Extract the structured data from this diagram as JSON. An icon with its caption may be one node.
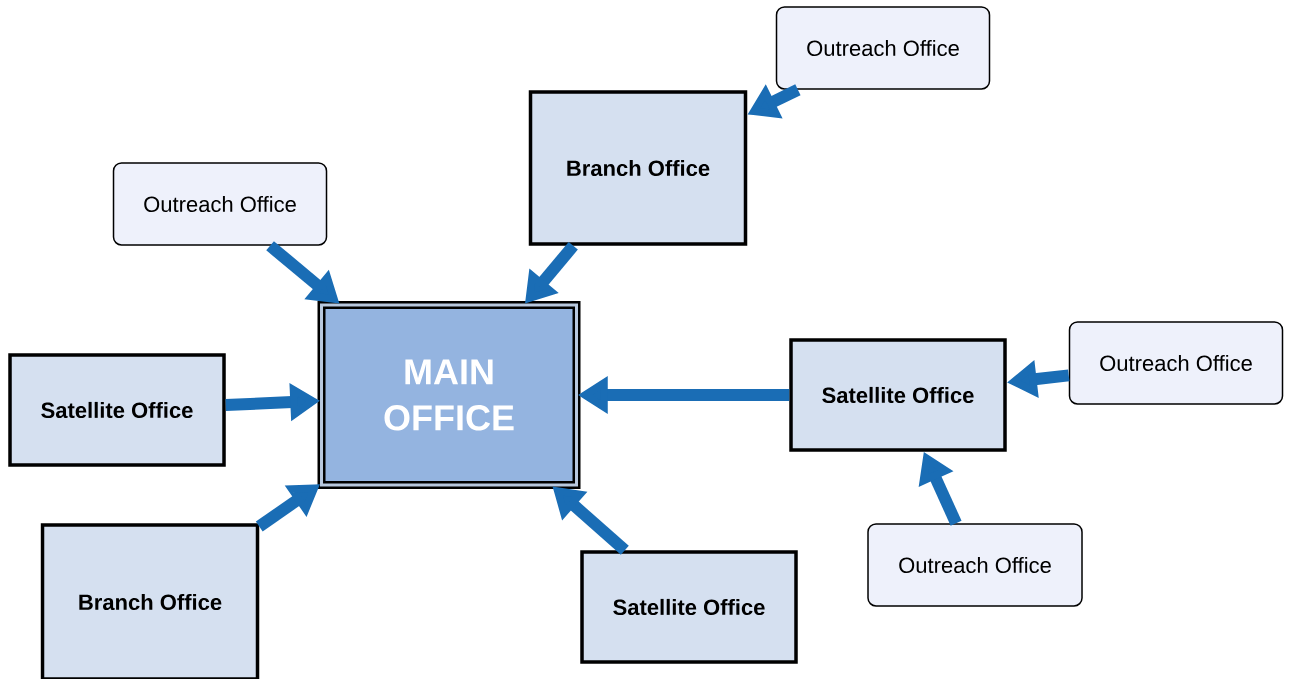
{
  "diagram": {
    "nodes": [
      {
        "text": [
          "Outreach Office"
        ]
      },
      {
        "text": [
          "Branch Office"
        ]
      },
      {
        "text": [
          "Outreach Office"
        ]
      },
      {
        "text": [
          "MAIN OFFICE"
        ]
      },
      {
        "text": [
          "Outreach Office"
        ]
      },
      {
        "text": [
          "Satellite Office"
        ]
      },
      {
        "text": [
          "Satellite Office"
        ]
      },
      {
        "text": [
          "Outreach Office"
        ]
      },
      {
        "text": [
          "Branch Office"
        ]
      },
      {
        "text": [
          "Satellite Office"
        ]
      }
    ],
    "edges": [
      {
        "from": 0,
        "to": 1,
        "arrow": "to"
      },
      {
        "from": 2,
        "to": 3,
        "arrow": "to"
      },
      {
        "from": 1,
        "to": 3,
        "arrow": "to"
      },
      {
        "from": 4,
        "to": 5,
        "arrow": "to"
      },
      {
        "from": 5,
        "to": 3,
        "arrow": "to"
      },
      {
        "from": 6,
        "to": 3,
        "arrow": "to"
      },
      {
        "from": 7,
        "to": 5,
        "arrow": "to"
      },
      {
        "from": 8,
        "to": 3,
        "arrow": "to"
      },
      {
        "from": 9,
        "to": 3,
        "arrow": "to"
      }
    ]
  }
}
